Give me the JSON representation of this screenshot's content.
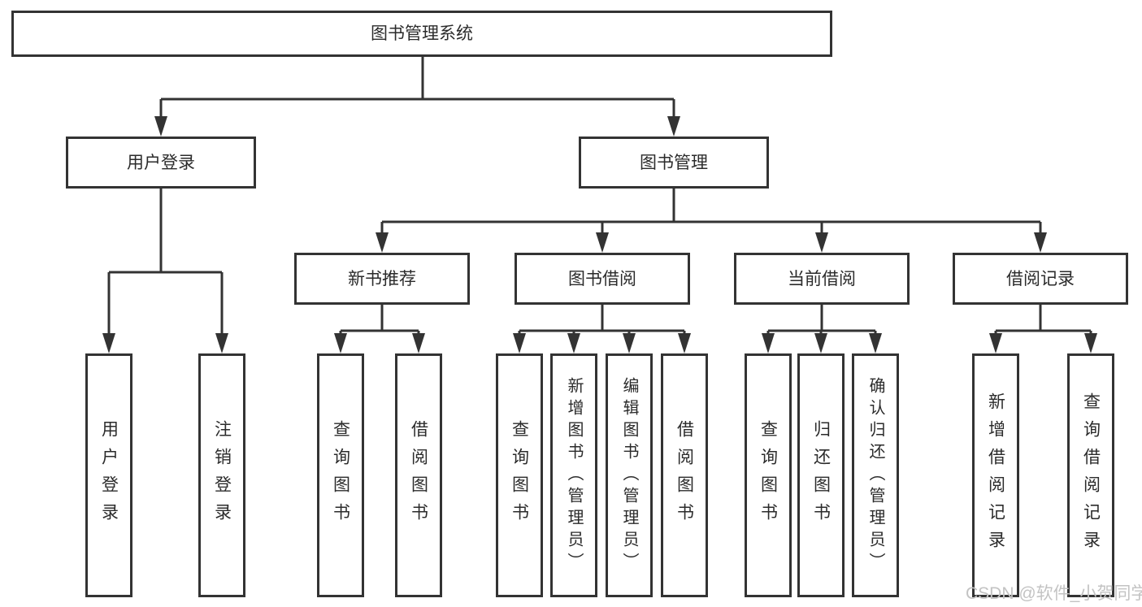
{
  "nodes": {
    "root": "图书管理系统",
    "l2_user_login": "用户登录",
    "l2_book_mgmt": "图书管理",
    "l3_new_books": "新书推荐",
    "l3_book_borrow": "图书借阅",
    "l3_current_borrow": "当前借阅",
    "l3_borrow_records": "借阅记录",
    "leaf_user_login": "用户登录",
    "leaf_logout": "注销登录",
    "leaf_nb_query": "查询图书",
    "leaf_nb_borrow": "借阅图书",
    "leaf_bb_query": "查询图书",
    "leaf_bb_add": "新增图书（管理员）",
    "leaf_bb_edit": "编辑图书（管理员）",
    "leaf_bb_borrow": "借阅图书",
    "leaf_cb_query": "查询图书",
    "leaf_cb_return": "归还图书",
    "leaf_cb_confirm": "确认归还（管理员）",
    "leaf_br_add": "新增借阅记录",
    "leaf_br_query": "查询借阅记录"
  },
  "watermark": "CSDN @软件_小贺同学",
  "colors": {
    "line": "#333333",
    "box_background": "#ffffff",
    "text": "#2b2b2b",
    "watermark": "#c3c3c3"
  }
}
